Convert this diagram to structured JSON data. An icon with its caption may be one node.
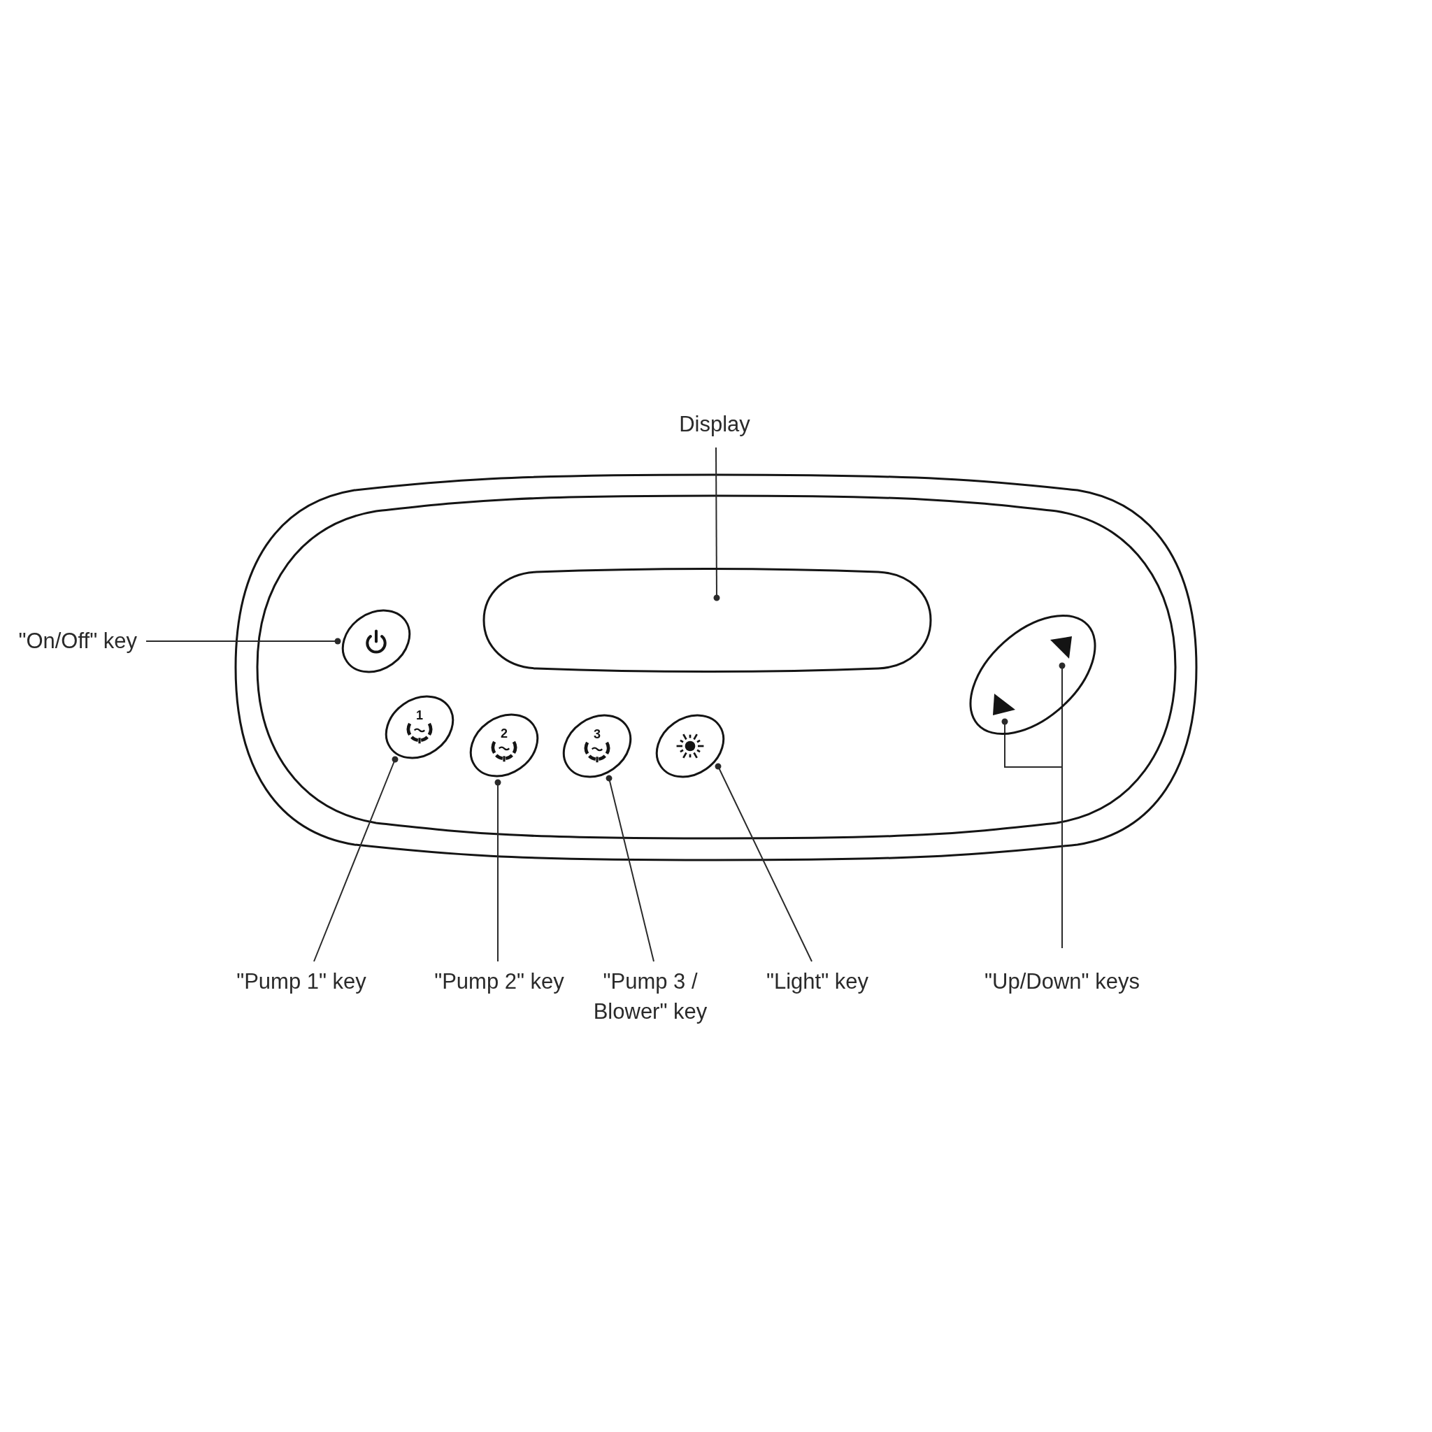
{
  "diagram": {
    "nodes": [
      {
        "text": [
          "Display"
        ]
      },
      {
        "text": [],
        "shape": "box"
      },
      {
        "text": [
          "\"On/Off\" key"
        ]
      },
      {
        "text": [],
        "shape": "ellipse"
      },
      {
        "text": [],
        "shape": "ellipse"
      },
      {
        "text": [],
        "shape": "triangle",
        "in": 4
      },
      {
        "text": [],
        "shape": "triangle",
        "in": 4
      },
      {
        "text": [
          "1"
        ]
      },
      {
        "text": [
          "2"
        ]
      },
      {
        "text": [
          "3"
        ]
      },
      {
        "text": [],
        "shape": "ellipse"
      },
      {
        "text": [
          "\"Pump 1\" key"
        ]
      },
      {
        "text": [
          "\"Pump 2\" key"
        ]
      },
      {
        "text": [
          "\"Pump 3 / Blower\" key"
        ]
      },
      {
        "text": [
          "\"Light\" key"
        ]
      },
      {
        "text": [
          "\"Up/Down\" keys"
        ]
      }
    ],
    "edges": [
      {
        "from": 0,
        "to": 1,
        "arrow": "other"
      },
      {
        "from": 2,
        "to": 3,
        "arrow": "other"
      },
      {
        "from": 11,
        "to": 7,
        "arrow": "other"
      },
      {
        "from": 12,
        "to": 8,
        "arrow": "other"
      },
      {
        "from": 13,
        "to": 9,
        "arrow": "other"
      },
      {
        "from": 14,
        "to": 10,
        "arrow": "other"
      },
      {
        "from": 15,
        "to": 5,
        "arrow": "other"
      },
      {
        "from": 15,
        "to": 6,
        "arrow": "other"
      }
    ]
  }
}
